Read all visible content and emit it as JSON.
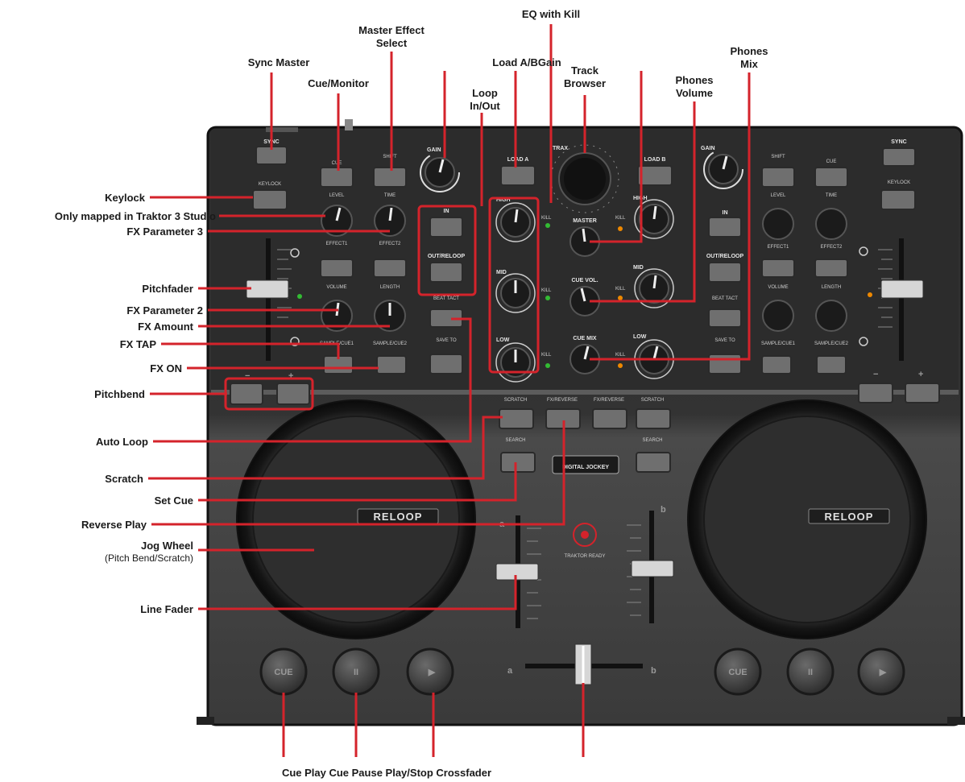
{
  "labels": {
    "top": [
      {
        "id": "sync-master",
        "lines": [
          "Sync Master"
        ]
      },
      {
        "id": "cue-monitor",
        "lines": [
          "Cue/Monitor"
        ]
      },
      {
        "id": "master-effect-select",
        "lines": [
          "Master Effect",
          "Select"
        ]
      },
      {
        "id": "eq-with-kill",
        "lines": [
          "EQ with Kill"
        ]
      },
      {
        "id": "load-ab",
        "lines": [
          "Load A/BGain"
        ]
      },
      {
        "id": "track-browser",
        "lines": [
          "Track",
          "Browser"
        ]
      },
      {
        "id": "loop-in-out",
        "lines": [
          "Loop",
          "In/Out"
        ]
      },
      {
        "id": "phones-volume",
        "lines": [
          "Phones",
          "Volume"
        ]
      },
      {
        "id": "phones-mix",
        "lines": [
          "Phones",
          "Mix"
        ]
      }
    ],
    "left": [
      {
        "id": "keylock",
        "text": "Keylock"
      },
      {
        "id": "traktor-studio-only",
        "text": "Only mapped in Traktor 3 Studio"
      },
      {
        "id": "fx-parameter-3",
        "text": "FX Parameter 3"
      },
      {
        "id": "pitchfader",
        "text": "Pitchfader"
      },
      {
        "id": "fx-parameter-2",
        "text": "FX Parameter 2"
      },
      {
        "id": "fx-amount",
        "text": "FX Amount"
      },
      {
        "id": "fx-tap",
        "text": "FX TAP"
      },
      {
        "id": "fx-on",
        "text": "FX ON"
      },
      {
        "id": "pitchbend",
        "text": "Pitchbend"
      },
      {
        "id": "auto-loop",
        "text": "Auto Loop"
      },
      {
        "id": "scratch",
        "text": "Scratch"
      },
      {
        "id": "set-cue",
        "text": "Set Cue"
      },
      {
        "id": "reverse-play",
        "text": "Reverse Play"
      },
      {
        "id": "jog-wheel",
        "text": "Jog Wheel"
      },
      {
        "id": "line-fader",
        "text": "Line Fader"
      }
    ],
    "jog_wheel_sub": "(Pitch Bend/Scratch)",
    "bottom": "Cue Play Cue Pause Play/Stop Crossfader"
  },
  "device": {
    "brand": "RELOOP",
    "model_badge": "DIGITAL JOCKEY",
    "traktor_badge": "TRAKTOR READY",
    "browser_label": "TRAX",
    "deck_left": "a",
    "deck_right": "b",
    "buttons": {
      "sync": "SYNC",
      "keylock": "KEYLOCK",
      "cue": "CUE",
      "shift": "SHIFT",
      "load_a": "LOAD A",
      "load_b": "LOAD B",
      "gain": "GAIN",
      "in": "IN",
      "out_reloop": "OUT/RELOOP",
      "beat_tact": "BEAT TACT",
      "save_to": "SAVE TO",
      "scratch": "SCRATCH",
      "search": "SEARCH",
      "fxreverse": "FX/REVERSE",
      "level": "LEVEL",
      "time": "TIME",
      "volume": "VOLUME",
      "length": "LENGTH",
      "effect1": "EFFECT1",
      "effect2": "EFFECT2",
      "sample_cue1": "SAMPLE/CUE1",
      "sample_cue2": "SAMPLE/CUE2",
      "high": "HIGH",
      "mid": "MID",
      "low": "LOW",
      "master": "MASTER",
      "cue_vol": "CUE VOL.",
      "cue_mix": "CUE MIX",
      "kill": "KILL",
      "minus": "−",
      "plus": "+"
    },
    "colors": {
      "leader": "#d4232b",
      "body": "#3b3b3b",
      "panel_top": "#2e2e2e",
      "panel_bottom": "#4a4a4a"
    }
  }
}
